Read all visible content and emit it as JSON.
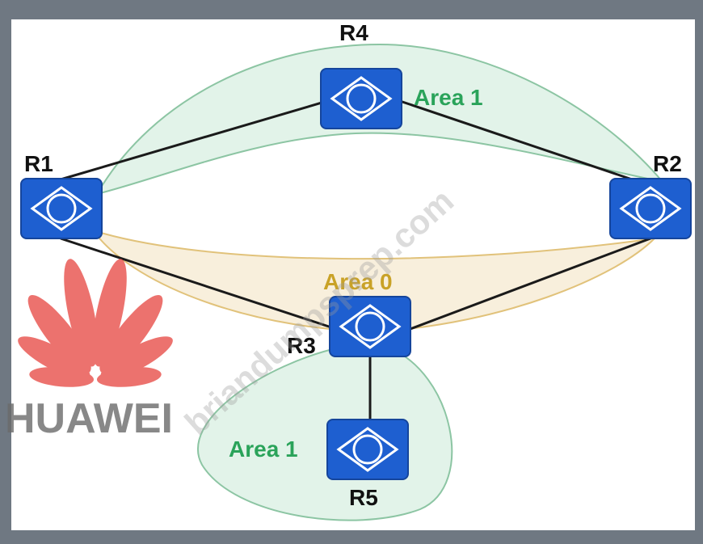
{
  "routers": [
    {
      "id": "r1",
      "label": "R1"
    },
    {
      "id": "r2",
      "label": "R2"
    },
    {
      "id": "r3",
      "label": "R3"
    },
    {
      "id": "r4",
      "label": "R4"
    },
    {
      "id": "r5",
      "label": "R5"
    }
  ],
  "router_icon_glyph": "R",
  "areas": {
    "top": {
      "label": "Area 1",
      "color": "#2aa35a"
    },
    "middle": {
      "label": "Area 0",
      "color": "#c9a227"
    },
    "bottom": {
      "label": "Area 1",
      "color": "#2aa35a"
    }
  },
  "links": [
    [
      "R1",
      "R4"
    ],
    [
      "R4",
      "R2"
    ],
    [
      "R1",
      "R3"
    ],
    [
      "R2",
      "R3"
    ],
    [
      "R3",
      "R5"
    ]
  ],
  "watermarks": {
    "brand": "HUAWEI",
    "site": "briandumpsprep.com"
  },
  "colors": {
    "router_fill": "#1e5fd0",
    "frame": "#6f7882",
    "link": "#1a1a1a",
    "huawei_red": "#e8504a"
  }
}
